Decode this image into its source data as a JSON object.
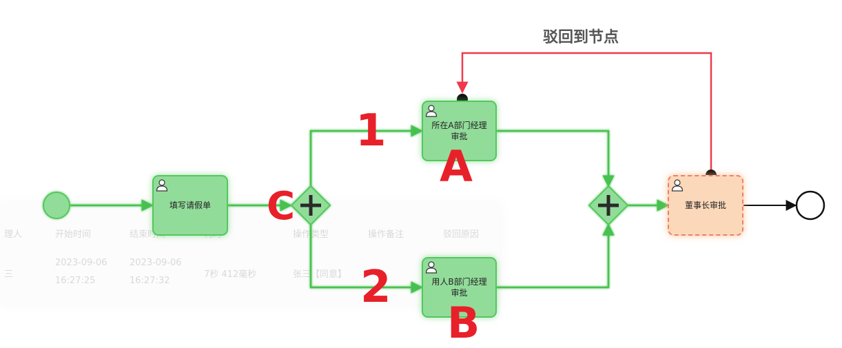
{
  "annotation_title": "驳回到节点",
  "tasks": {
    "fill_leave": "填写请假单",
    "manager_a": "所在A部门经理审批",
    "manager_b": "用人B部门经理审批",
    "chairman": "董事长审批"
  },
  "marks": {
    "one": "1",
    "two": "2",
    "a": "A",
    "b": "B",
    "c": "C"
  },
  "background_table": {
    "headers": [
      "理人",
      "开始时间",
      "结束时间",
      "耗时",
      "操作类型",
      "操作备注",
      "驳回原因"
    ],
    "row": {
      "handler": "三",
      "start_date": "2023-09-06",
      "start_time": "16:27:25",
      "end_date": "2023-09-06",
      "end_time": "16:27:32",
      "duration": "7秒 412毫秒",
      "action": "张三【同意】"
    }
  },
  "colors": {
    "completed_fill": "#92dc9a",
    "completed_border": "#52c85c",
    "current_fill": "#fbd8b9",
    "current_border": "#ee7f6a",
    "reject_line": "#ee3a4a",
    "marker_text": "#e8202a"
  }
}
